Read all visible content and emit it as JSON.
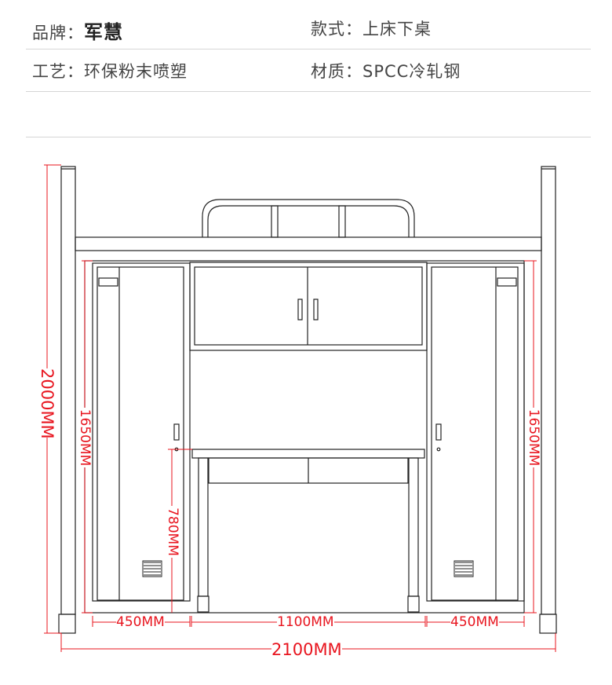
{
  "specs": {
    "brand": {
      "label": "品牌：",
      "value": "军慧"
    },
    "style": {
      "label": "款式：",
      "value": "上床下桌"
    },
    "craft": {
      "label": "工艺：",
      "value": "环保粉末喷塑"
    },
    "material": {
      "label": "材质：",
      "value": "SPCC冷轧钢"
    }
  },
  "dimensions": {
    "total_height": "2000MM",
    "cabinet_height_left": "1650MM",
    "cabinet_height_right": "1650MM",
    "desk_height": "780MM",
    "left_cabinet_width": "450MM",
    "desk_width": "1100MM",
    "right_cabinet_width": "450MM",
    "total_width": "2100MM"
  },
  "colors": {
    "line": "#222222",
    "dimension": "#e8141e",
    "divider": "#d6d6d6"
  }
}
